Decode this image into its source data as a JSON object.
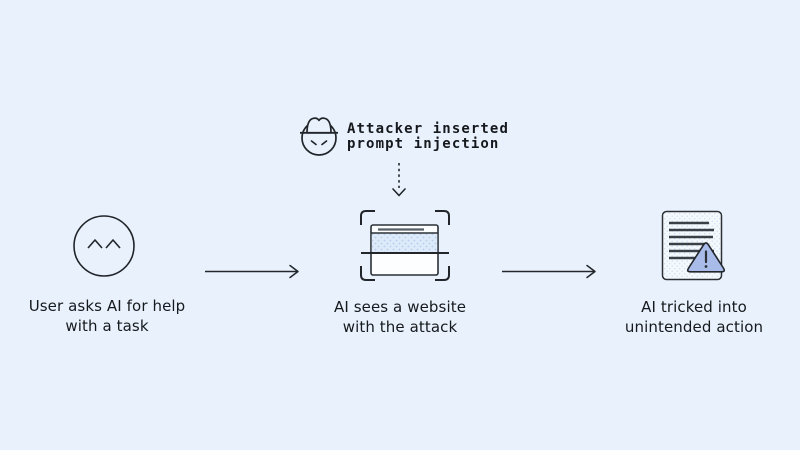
{
  "page": {
    "background_color": "#e9f2fc",
    "ink_color": "#22262b",
    "warning_triangle_color": "#a9bce9",
    "injected_band_color": "#dceafa"
  },
  "attacker": {
    "icon": "spy-hat-face-icon",
    "label_line1": "Attacker inserted",
    "label_line2": "prompt injection",
    "arrow": "dotted-arrow-down"
  },
  "steps": [
    {
      "icon": "user-smiley-icon",
      "label_line1": "User asks AI for help",
      "label_line2": "with a task"
    },
    {
      "icon": "website-scan-icon",
      "label_line1": "AI sees a website",
      "label_line2": "with the attack"
    },
    {
      "icon": "document-warning-icon",
      "label_line1": "AI tricked into",
      "label_line2": "unintended action"
    }
  ]
}
